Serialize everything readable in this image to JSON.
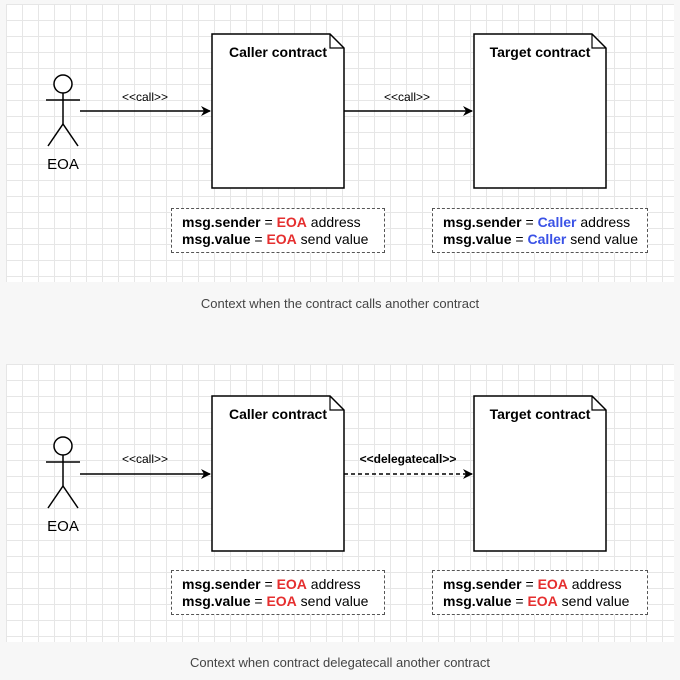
{
  "diagrams": [
    {
      "actor": "EOA",
      "caller_title": "Caller contract",
      "target_title": "Target contract",
      "arrow1_label": "<<call>>",
      "arrow2_label": "<<call>>",
      "caller_ctx": {
        "line1": {
          "key": "msg.sender",
          "eq": " = ",
          "who": "EOA",
          "rest": " address"
        },
        "line2": {
          "key": "msg.value",
          "eq": " = ",
          "who": "EOA",
          "rest": " send value"
        }
      },
      "target_ctx": {
        "line1": {
          "key": "msg.sender",
          "eq": " = ",
          "who": "Caller",
          "rest": " address"
        },
        "line2": {
          "key": "msg.value",
          "eq": " = ",
          "who": "Caller",
          "rest": " send value"
        }
      },
      "caption": "Context when the contract calls another contract"
    },
    {
      "actor": "EOA",
      "caller_title": "Caller contract",
      "target_title": "Target contract",
      "arrow1_label": "<<call>>",
      "arrow2_label": "<<delegatecall>>",
      "caller_ctx": {
        "line1": {
          "key": "msg.sender",
          "eq": " = ",
          "who": "EOA",
          "rest": " address"
        },
        "line2": {
          "key": "msg.value",
          "eq": " = ",
          "who": "EOA",
          "rest": " send value"
        }
      },
      "target_ctx": {
        "line1": {
          "key": "msg.sender",
          "eq": " = ",
          "who": "EOA",
          "rest": " address"
        },
        "line2": {
          "key": "msg.value",
          "eq": " = ",
          "who": "EOA",
          "rest": " send value"
        }
      },
      "caption": "Context when contract delegatecall another contract"
    }
  ],
  "colors": {
    "eoa_highlight": "#e52f2f",
    "caller_highlight": "#3a52e6"
  }
}
